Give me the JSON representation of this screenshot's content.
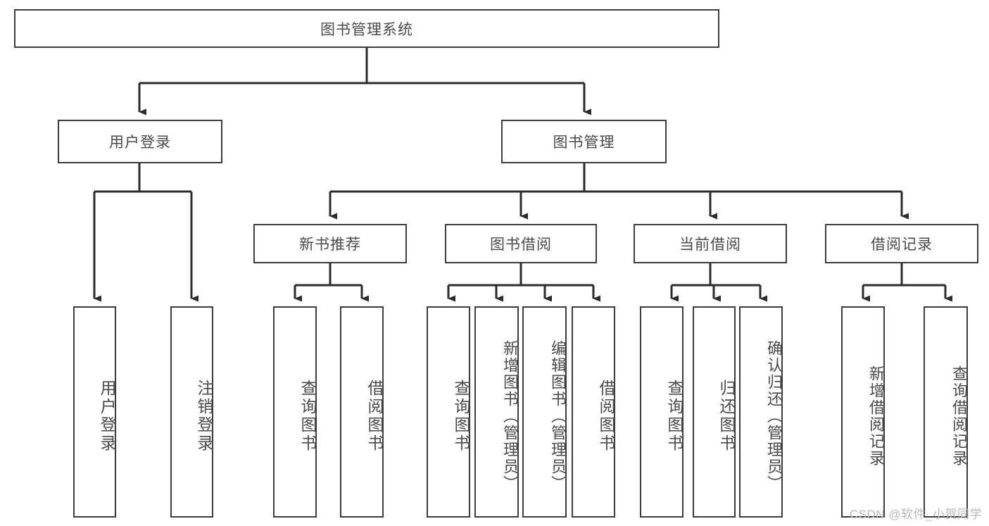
{
  "diagram": {
    "title": "图书管理系统",
    "type": "hierarchy-tree",
    "colors": {
      "background": "#ffffff",
      "box_border": "#3b3b3b",
      "box_fill": "#ffffff",
      "text": "#4a4a4a",
      "connector": "#2b2b2b",
      "watermark": "#b9b9b9"
    },
    "root": {
      "label": "图书管理系统"
    },
    "level2": [
      {
        "label": "用户登录"
      },
      {
        "label": "图书管理"
      }
    ],
    "level3": [
      {
        "label": "新书推荐"
      },
      {
        "label": "图书借阅"
      },
      {
        "label": "当前借阅"
      },
      {
        "label": "借阅记录"
      }
    ],
    "leaves": {
      "user_login": [
        {
          "label": "用户登录"
        },
        {
          "label": "注销登录"
        }
      ],
      "new_book_recommend": [
        {
          "label": "查询图书"
        },
        {
          "label": "借阅图书"
        }
      ],
      "book_borrow": [
        {
          "label": "查询图书"
        },
        {
          "label": "新增图书（管理员）"
        },
        {
          "label": "编辑图书（管理员）"
        },
        {
          "label": "借阅图书"
        }
      ],
      "current_borrow": [
        {
          "label": "查询图书"
        },
        {
          "label": "归还图书"
        },
        {
          "label": "确认归还（管理员）"
        }
      ],
      "borrow_record": [
        {
          "label": "新增借阅记录"
        },
        {
          "label": "查询借阅记录"
        }
      ]
    },
    "watermark": "CSDN @软件_小贺同学"
  }
}
